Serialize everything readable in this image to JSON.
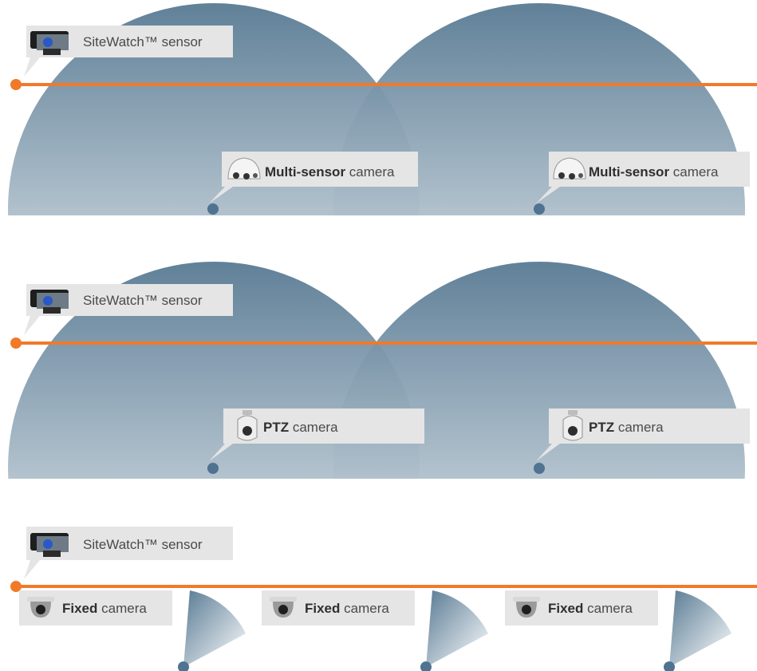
{
  "colors": {
    "line": "#f07a2a",
    "coverage_top": "#587a93",
    "coverage_bottom": "#ffffff",
    "node": "#4f7391",
    "callout_bg": "#e5e5e5"
  },
  "sensor_label": {
    "suffix": "SiteWatch™ sensor"
  },
  "rows": [
    {
      "camera_icon": "multi-sensor-camera-icon",
      "camera_label": {
        "bold": "Multi-sensor",
        "suffix": " camera"
      },
      "coverage": "wide-overlapping"
    },
    {
      "camera_icon": "ptz-camera-icon",
      "camera_label": {
        "bold": "PTZ",
        "suffix": " camera"
      },
      "coverage": "wide-overlapping"
    },
    {
      "camera_icon": "fixed-camera-icon",
      "camera_label": {
        "bold": "Fixed",
        "suffix": " camera"
      },
      "coverage": "narrow-wedge"
    }
  ]
}
